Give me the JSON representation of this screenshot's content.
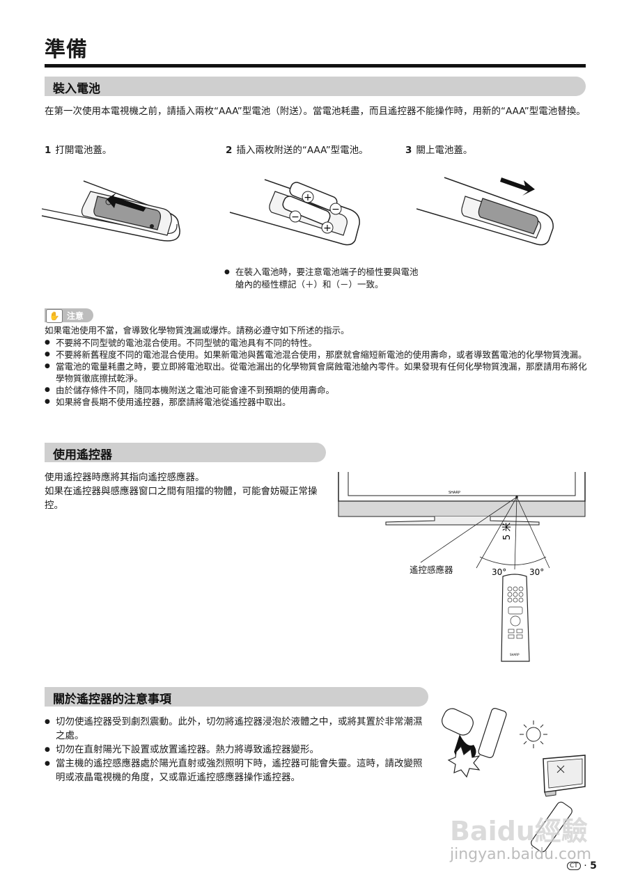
{
  "page": {
    "title": "準備",
    "page_marker": "CT",
    "page_sep": "·",
    "page_number": "5"
  },
  "battery_section": {
    "heading": "裝入電池",
    "intro": "在第一次使用本電視機之前，請插入兩枚“AAA”型電池（附送）。當電池耗盡，而且遙控器不能操作時，用新的“AAA”型電池替換。",
    "steps": [
      {
        "num": "1",
        "text": "打開電池蓋。"
      },
      {
        "num": "2",
        "text": "插入兩枚附送的“AAA”型電池。"
      },
      {
        "num": "3",
        "text": "關上電池蓋。"
      }
    ],
    "polarity_note": "在裝入電池時，要注意電池端子的極性要與電池艙內的極性標記（＋）和（－）一致。",
    "plus_symbol": "+",
    "minus_symbol": "−"
  },
  "caution": {
    "label": "注意",
    "intro": "如果電池使用不當，會導致化學物質洩漏或爆炸。請務必遵守如下所述的指示。",
    "items": [
      "不要將不同型號的電池混合使用。不同型號的電池具有不同的特性。",
      "不要將新舊程度不同的電池混合使用。如果新電池與舊電池混合使用，那麼就會縮短新電池的使用壽命，或者導致舊電池的化學物質洩漏。",
      "當電池的電量耗盡之時，要立即將電池取出。從電池漏出的化學物質會腐蝕電池艙內零件。如果發現有任何化學物質洩漏，那麼請用布將化學物質徹底擦拭乾淨。",
      "由於儲存條件不同，隨同本機附送之電池可能會達不到預期的使用壽命。",
      "如果將會長期不使用遙控器，那麼請將電池從遙控器中取出。"
    ]
  },
  "remote_section": {
    "heading": "使用遙控器",
    "line1": "使用遙控器時應將其指向遙控感應器。",
    "line2": "如果在遙控器與感應器窗口之間有阻擋的物體，可能會妨礙正常操控。",
    "sensor_label": "遙控感應器",
    "distance_label": "5 米",
    "angle_left": "30°",
    "angle_right": "30°",
    "tv_brand": "SHARP",
    "remote_brand": "SHARP"
  },
  "precautions_section": {
    "heading": "關於遙控器的注意事項",
    "items": [
      "切勿使遙控器受到劇烈震動。此外，切勿將遙控器浸泡於液體之中，或將其置於非常潮濕之處。",
      "切勿在直射陽光下設置或放置遙控器。熱力將導致遙控器變形。",
      "當主機的遙控感應器處於陽光直射或強烈照明下時，遙控器可能會失靈。這時，請改變照明或液晶電視機的角度，又或靠近遙控感應器操作遙控器。"
    ]
  },
  "watermark": {
    "brand": "Baidu經驗",
    "url": "jingyan.baidu.com"
  }
}
